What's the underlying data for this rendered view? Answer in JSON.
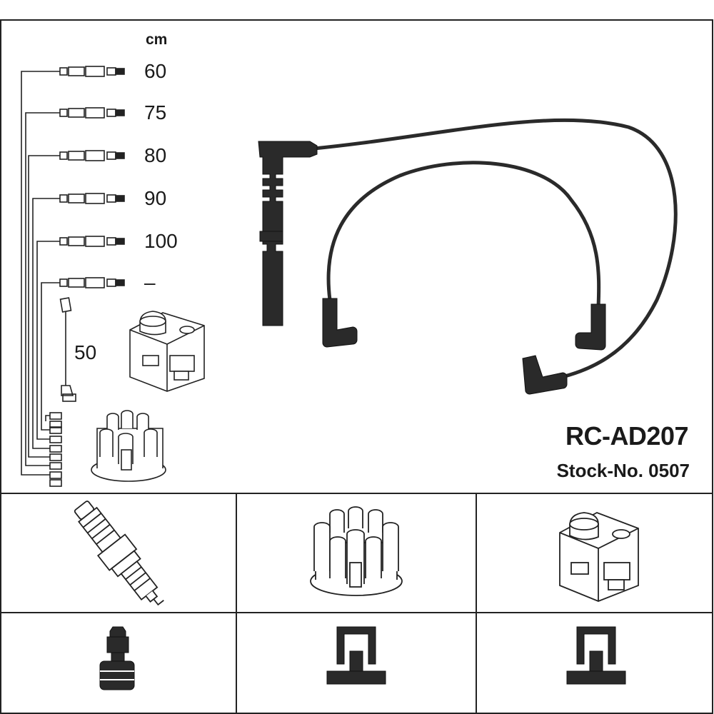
{
  "unit_label": "cm",
  "wire_lengths": [
    "60",
    "75",
    "80",
    "90",
    "100",
    "–"
  ],
  "coil_wire_length": "50",
  "part_number": "RC-AD207",
  "stock_number": "Stock-No. 0507",
  "icons": {
    "top_right_cable": "ignition-cable-set-icon",
    "row1": [
      "spark-plug-icon",
      "distributor-cap-icon",
      "ignition-coil-icon"
    ],
    "row2": [
      "spark-plug-terminal-icon",
      "distributor-cap-terminal-icon",
      "coil-terminal-icon"
    ]
  }
}
